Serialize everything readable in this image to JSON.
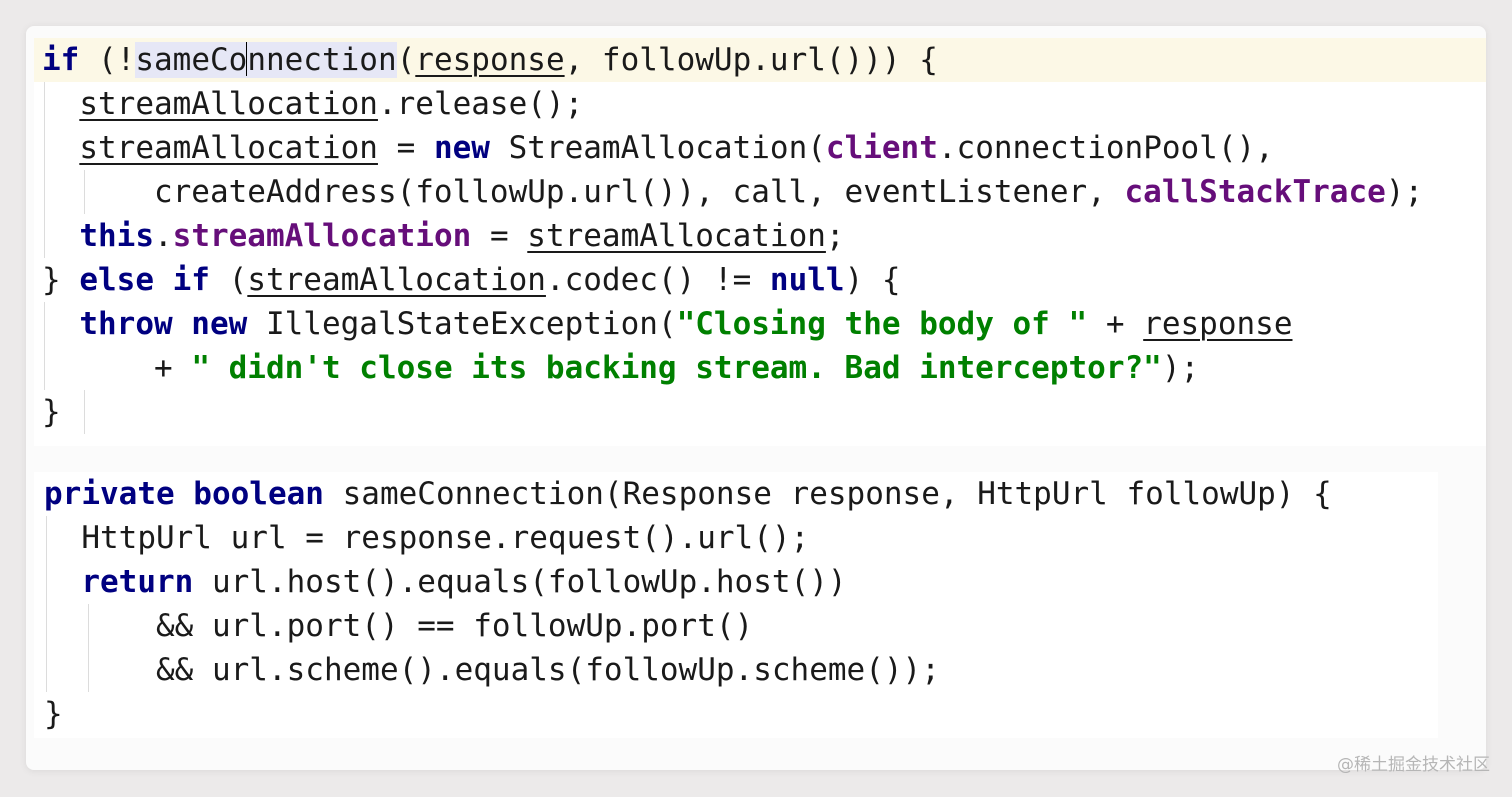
{
  "code_top": [
    {
      "segments": [
        {
          "t": "if",
          "c": "kw"
        },
        {
          "t": " (!",
          "c": ""
        },
        {
          "t": "sameCo",
          "c": "hl"
        },
        {
          "caret": true
        },
        {
          "t": "nnection",
          "c": "hl"
        },
        {
          "t": "(",
          "c": ""
        },
        {
          "t": "response",
          "c": "ul"
        },
        {
          "t": ", followUp.url())) {",
          "c": ""
        }
      ]
    },
    {
      "segments": [
        {
          "t": "  ",
          "c": ""
        },
        {
          "t": "streamAllocation",
          "c": "ul"
        },
        {
          "t": ".release();",
          "c": ""
        }
      ]
    },
    {
      "segments": [
        {
          "t": "  ",
          "c": ""
        },
        {
          "t": "streamAllocation",
          "c": "ul"
        },
        {
          "t": " = ",
          "c": ""
        },
        {
          "t": "new",
          "c": "kw"
        },
        {
          "t": " StreamAllocation(",
          "c": ""
        },
        {
          "t": "client",
          "c": "fld"
        },
        {
          "t": ".connectionPool(),",
          "c": ""
        }
      ]
    },
    {
      "segments": [
        {
          "t": "      createAddress(followUp.url()), call, eventListener, ",
          "c": ""
        },
        {
          "t": "callStackTrace",
          "c": "fld"
        },
        {
          "t": ");",
          "c": ""
        }
      ]
    },
    {
      "segments": [
        {
          "t": "  ",
          "c": ""
        },
        {
          "t": "this",
          "c": "kw"
        },
        {
          "t": ".",
          "c": ""
        },
        {
          "t": "streamAllocation",
          "c": "fld"
        },
        {
          "t": " = ",
          "c": ""
        },
        {
          "t": "streamAllocation",
          "c": "ul"
        },
        {
          "t": ";",
          "c": ""
        }
      ]
    },
    {
      "segments": [
        {
          "t": "} ",
          "c": ""
        },
        {
          "t": "else if",
          "c": "kw"
        },
        {
          "t": " (",
          "c": ""
        },
        {
          "t": "streamAllocation",
          "c": "ul"
        },
        {
          "t": ".codec() != ",
          "c": ""
        },
        {
          "t": "null",
          "c": "kw"
        },
        {
          "t": ") {",
          "c": ""
        }
      ]
    },
    {
      "segments": [
        {
          "t": "  ",
          "c": ""
        },
        {
          "t": "throw new",
          "c": "kw"
        },
        {
          "t": " IllegalStateException(",
          "c": ""
        },
        {
          "t": "\"Closing the body of \"",
          "c": "str"
        },
        {
          "t": " + ",
          "c": ""
        },
        {
          "t": "response",
          "c": "ul"
        }
      ]
    },
    {
      "segments": [
        {
          "t": "      + ",
          "c": ""
        },
        {
          "t": "\" didn't close its backing stream. Bad interceptor?\"",
          "c": "str"
        },
        {
          "t": ");",
          "c": ""
        }
      ]
    },
    {
      "segments": [
        {
          "t": "}",
          "c": ""
        }
      ]
    }
  ],
  "code_bottom": [
    {
      "segments": [
        {
          "t": "private boolean",
          "c": "kw"
        },
        {
          "t": " sameConnection(Response response, HttpUrl followUp) {",
          "c": ""
        }
      ]
    },
    {
      "segments": [
        {
          "t": "  HttpUrl url = response.request().url();",
          "c": ""
        }
      ]
    },
    {
      "segments": [
        {
          "t": "  ",
          "c": ""
        },
        {
          "t": "return",
          "c": "kw"
        },
        {
          "t": " url.host().equals(followUp.host())",
          "c": ""
        }
      ]
    },
    {
      "segments": [
        {
          "t": "      && url.port() == followUp.port()",
          "c": ""
        }
      ]
    },
    {
      "segments": [
        {
          "t": "      && url.scheme().equals(followUp.scheme());",
          "c": ""
        }
      ]
    },
    {
      "segments": [
        {
          "t": "}",
          "c": ""
        }
      ]
    }
  ],
  "watermark": "@稀土掘金技术社区"
}
